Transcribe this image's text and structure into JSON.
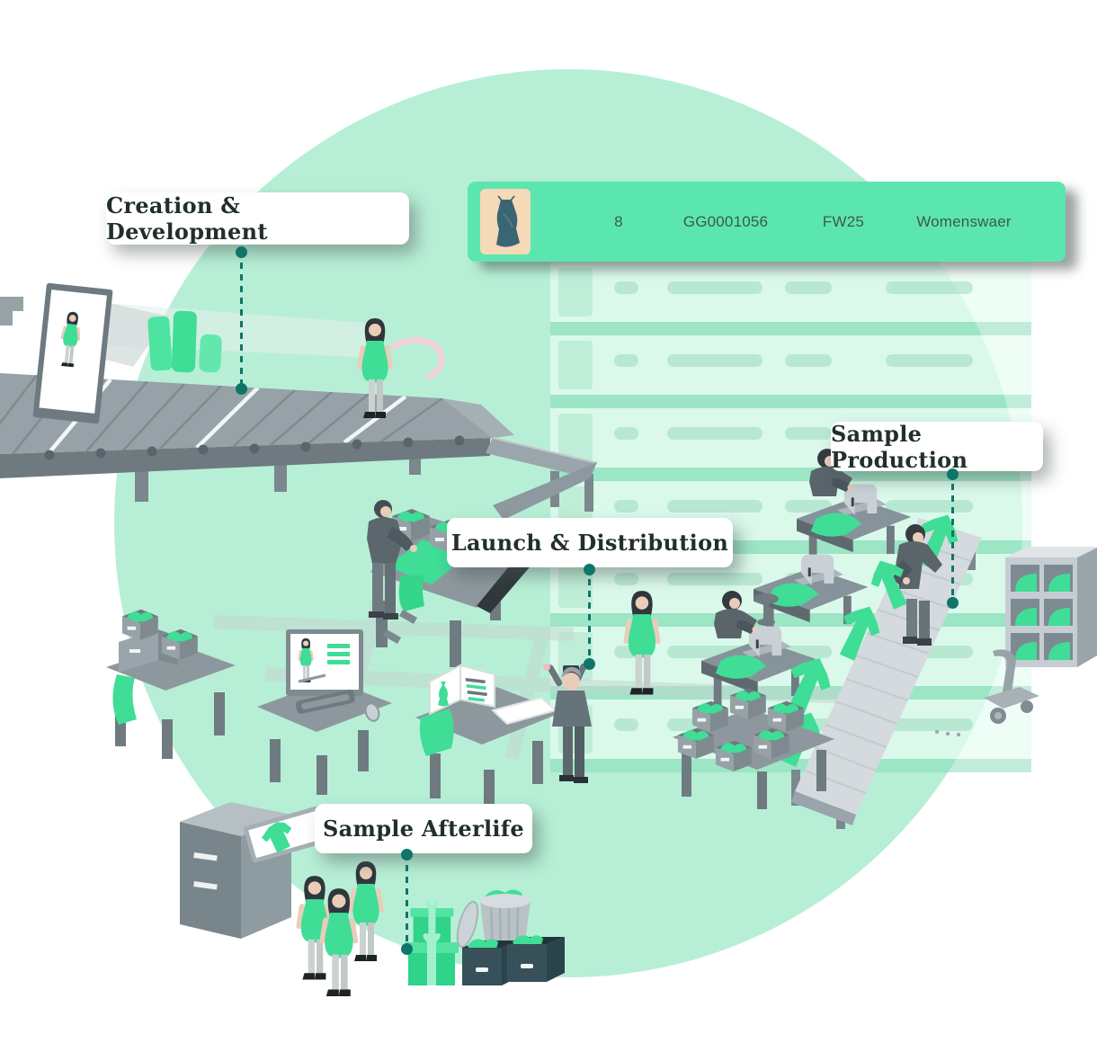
{
  "title": "Fashion sample lifecycle illustration",
  "colors": {
    "background": "#ffffff",
    "circle_mint": "#b7efd6",
    "bar_green": "#5ce6af",
    "bar_text": "#3d584f",
    "label_text": "#222f2c",
    "connector_teal": "#0f7568",
    "garment_green": "#3fdd96",
    "thumbnail_peach": "#f6d9b6"
  },
  "sample_row": {
    "thumbnail_icon": "dress-photo-thumbnail",
    "values": [
      "8",
      "GG0001056",
      "FW25",
      "Womenswaer"
    ]
  },
  "stages": [
    {
      "id": "creation",
      "label": "Creation & Development"
    },
    {
      "id": "production",
      "label": "Sample Production"
    },
    {
      "id": "launch",
      "label": "Launch & Distribution"
    },
    {
      "id": "afterlife",
      "label": "Sample Afterlife"
    }
  ]
}
